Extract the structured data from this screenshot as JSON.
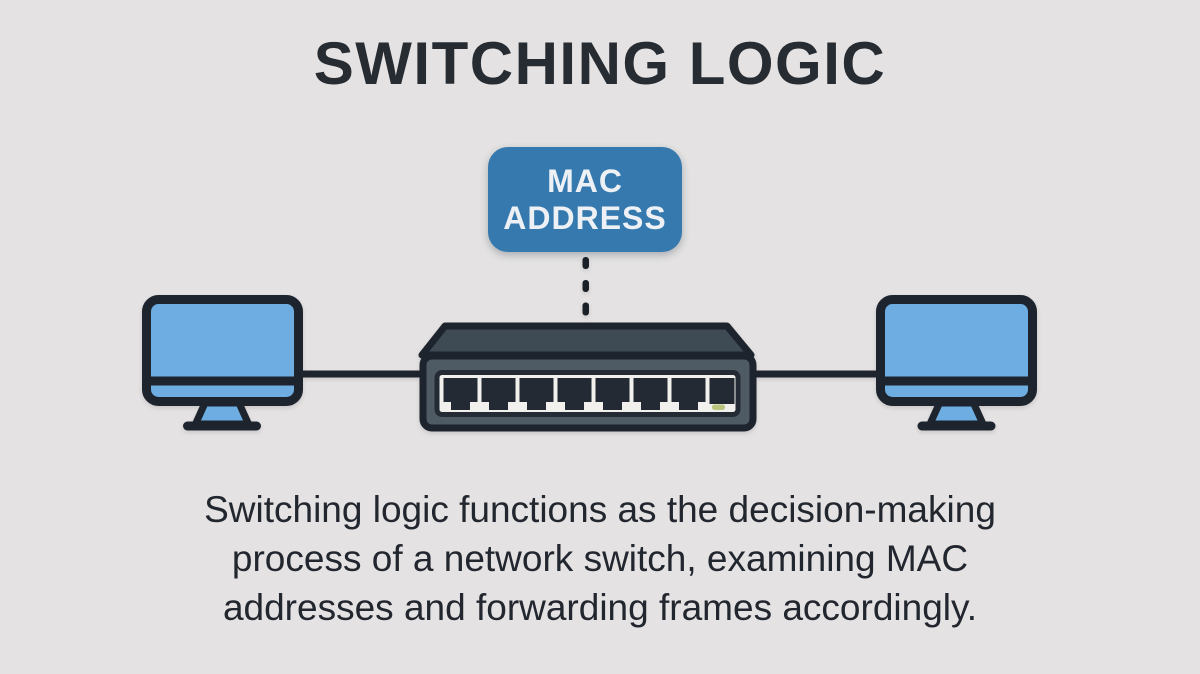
{
  "title": "SWITCHING LOGIC",
  "mac_box": {
    "line1": "MAC",
    "line2": "ADDRESS"
  },
  "caption": {
    "lines": [
      "Switching logic functions as the decision-making",
      "process of a network switch, examining MAC",
      "addresses and forwarding frames accordingly."
    ]
  },
  "diagram": {
    "icons": [
      {
        "name": "computer-icon-left",
        "glyph": "desktop-monitor"
      },
      {
        "name": "switch-icon",
        "glyph": "8-port-network-switch"
      },
      {
        "name": "computer-icon-right",
        "glyph": "desktop-monitor"
      },
      {
        "name": "dashed-connector-icon",
        "glyph": "vertical-dashed-line"
      },
      {
        "name": "led-indicator-icon",
        "glyph": "small-green-led"
      }
    ],
    "switch": {
      "port_count": 8,
      "rj45_ports": 7,
      "square_ports": 1,
      "led_count": 1
    }
  },
  "colors": {
    "background": "#e4e2e2",
    "outline_ink": "#1d242e",
    "title_text": "#272c33",
    "caption_text": "#22262e",
    "mac_box_bg": "#3579ae",
    "mac_box_text": "#edf1f5",
    "screen_blue": "#6dade2",
    "switch_body": "#4e5a64",
    "switch_top": "#3e4a54",
    "switch_panel": "#f2f0ed",
    "port_dark": "#232a33",
    "led_green": "#b9c47c"
  }
}
